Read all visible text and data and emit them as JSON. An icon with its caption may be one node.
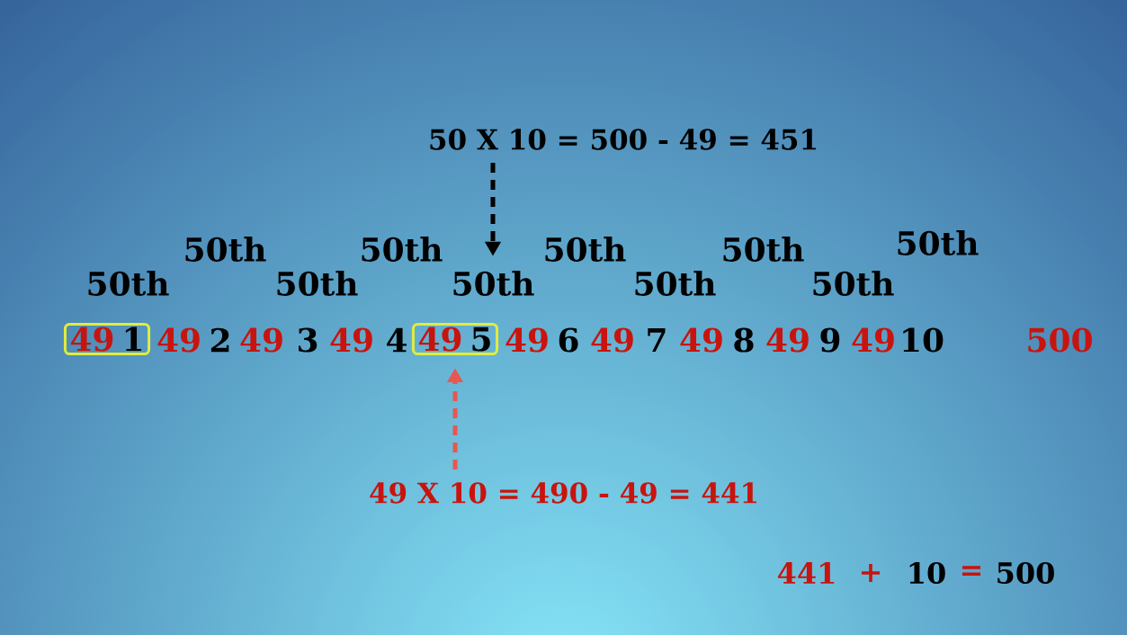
{
  "diagram": {
    "nodes": [
      {
        "text": [
          "50 X 10 = 500 - 49 = 451"
        ]
      },
      {
        "text": [
          "50th"
        ]
      },
      {
        "text": [
          "49",
          "1"
        ]
      },
      {
        "text": [
          "49",
          "5"
        ]
      },
      {
        "text": [
          "49 X 10 = 490 - 49 = 441"
        ]
      }
    ],
    "edges": [
      {
        "from": 0,
        "to": 1,
        "arrow": "to",
        "style": "dashed"
      },
      {
        "from": 4,
        "to": 3,
        "arrow": "to",
        "style": "dashed",
        "color": "#e8574f"
      }
    ],
    "labels": [
      "50th",
      "50th",
      "50th",
      "50th",
      "50th",
      "50th",
      "50th",
      "50th",
      "50th",
      "49",
      "2",
      "49",
      "3",
      "49",
      "4",
      "49",
      "6",
      "49",
      "7",
      "49",
      "8",
      "49",
      "9",
      "49",
      "10",
      "500",
      "441",
      "+",
      "10",
      "=",
      "500"
    ]
  }
}
